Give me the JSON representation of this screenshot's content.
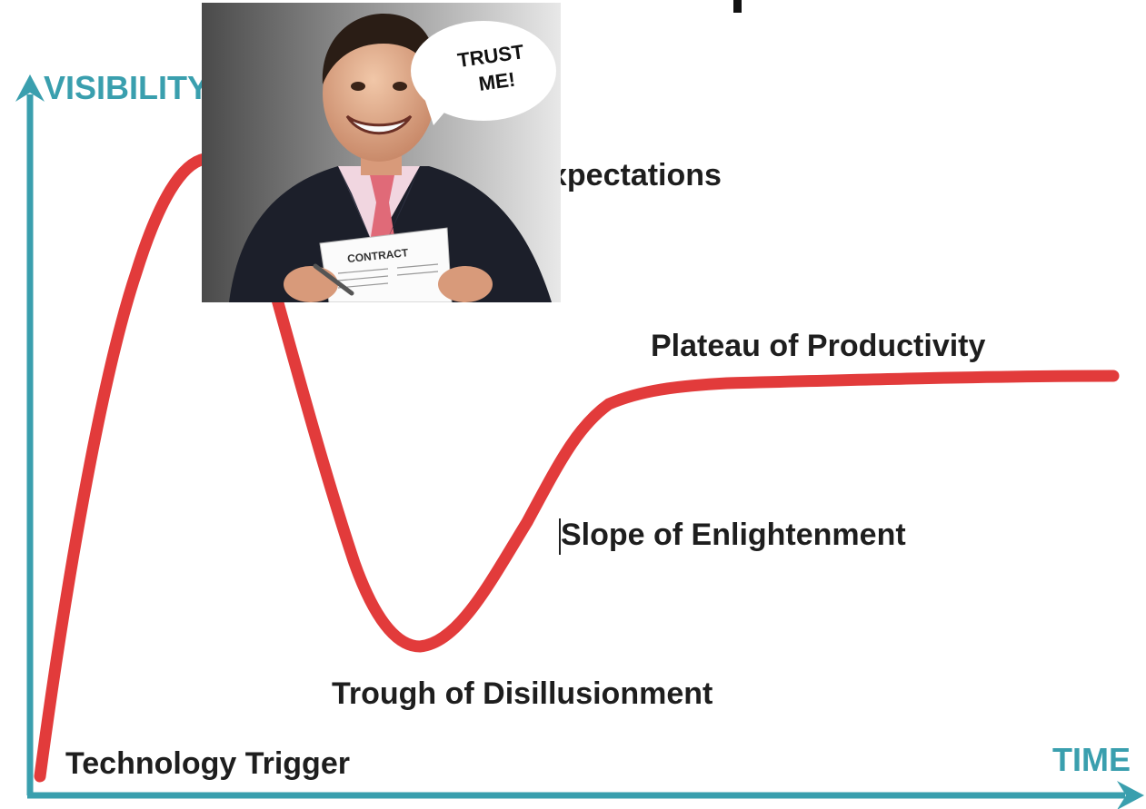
{
  "colors": {
    "axis": "#3a9fae",
    "curve": "#e23b3b",
    "label_text": "#1e1e1e"
  },
  "axes": {
    "y_label": "VISIBILITY",
    "x_label": "TIME"
  },
  "phases": {
    "technology_trigger": "Technology Trigger",
    "peak_partial": "xpectations",
    "trough": "Trough of Disillusionment",
    "slope": "Slope of Enlightenment",
    "plateau": "Plateau of Productivity"
  },
  "photo": {
    "speech_bubble_line1": "TRUST",
    "speech_bubble_line2": "ME!",
    "document_title": "CONTRACT"
  }
}
